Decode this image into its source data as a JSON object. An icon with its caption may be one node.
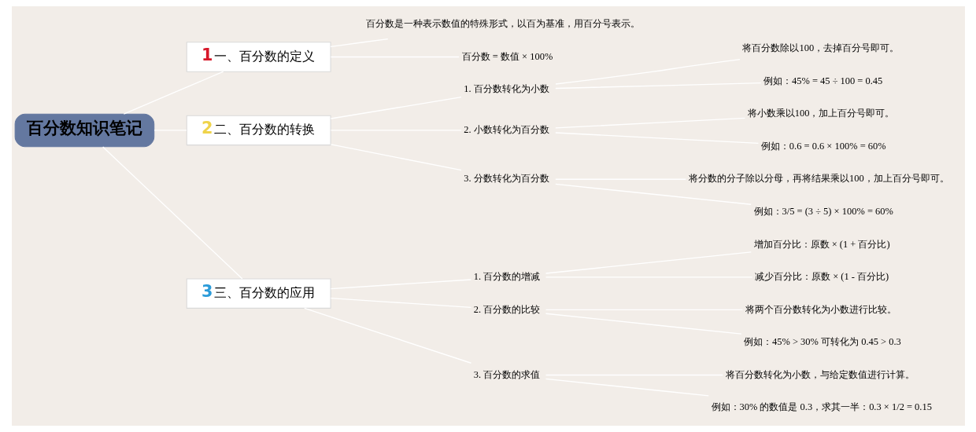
{
  "diagram": {
    "nodes": [
      {
        "text": [
          "百分数知识笔记"
        ]
      },
      {
        "text": [
          "1",
          "一、百分数的定义"
        ]
      },
      {
        "text": [
          "百分数是一种表示数值的特殊形式，以百为基准，用百分号表示。"
        ]
      },
      {
        "text": [
          "百分数 = 数值 × 100%"
        ]
      },
      {
        "text": [
          "2",
          "二、百分数的转换"
        ]
      },
      {
        "text": [
          "1. 百分数转化为小数"
        ]
      },
      {
        "text": [
          "将百分数除以100，去掉百分号即可。"
        ]
      },
      {
        "text": [
          "例如：45% = 45 ÷ 100 = 0.45"
        ]
      },
      {
        "text": [
          "2. 小数转化为百分数"
        ]
      },
      {
        "text": [
          "将小数乘以100，加上百分号即可。"
        ]
      },
      {
        "text": [
          "例如：0.6 = 0.6 × 100% = 60%"
        ]
      },
      {
        "text": [
          "3. 分数转化为百分数"
        ]
      },
      {
        "text": [
          "将分数的分子除以分母，再将结果乘以100，加上百分号即可。"
        ]
      },
      {
        "text": [
          "例如：3/5 = (3 ÷ 5) × 100% = 60%"
        ]
      },
      {
        "text": [
          "3",
          "三、百分数的应用"
        ]
      },
      {
        "text": [
          "1. 百分数的增减"
        ]
      },
      {
        "text": [
          "增加百分比：原数 × (1 + 百分比)"
        ]
      },
      {
        "text": [
          "减少百分比：原数 × (1 - 百分比)"
        ]
      },
      {
        "text": [
          "2. 百分数的比较"
        ]
      },
      {
        "text": [
          "将两个百分数转化为小数进行比较。"
        ]
      },
      {
        "text": [
          "例如：45% > 30% 可转化为 0.45 > 0.3"
        ]
      },
      {
        "text": [
          "3. 百分数的求值"
        ]
      },
      {
        "text": [
          "将百分数转化为小数，与给定数值进行计算。"
        ]
      },
      {
        "text": [
          "例如：30% 的数值是 0.3，求其一半：0.3 × 1/2 = 0.15"
        ]
      }
    ],
    "edges": [
      {
        "from": 0,
        "to": 1,
        "arrow": "none"
      },
      {
        "from": 1,
        "to": 2,
        "arrow": "none"
      },
      {
        "from": 1,
        "to": 3,
        "arrow": "none"
      },
      {
        "from": 0,
        "to": 4,
        "arrow": "none"
      },
      {
        "from": 4,
        "to": 5,
        "arrow": "none"
      },
      {
        "from": 5,
        "to": 6,
        "arrow": "none"
      },
      {
        "from": 5,
        "to": 7,
        "arrow": "none"
      },
      {
        "from": 4,
        "to": 8,
        "arrow": "none"
      },
      {
        "from": 8,
        "to": 9,
        "arrow": "none"
      },
      {
        "from": 8,
        "to": 10,
        "arrow": "none"
      },
      {
        "from": 4,
        "to": 11,
        "arrow": "none"
      },
      {
        "from": 11,
        "to": 12,
        "arrow": "none"
      },
      {
        "from": 11,
        "to": 13,
        "arrow": "none"
      },
      {
        "from": 0,
        "to": 14,
        "arrow": "none"
      },
      {
        "from": 14,
        "to": 15,
        "arrow": "none"
      },
      {
        "from": 15,
        "to": 16,
        "arrow": "none"
      },
      {
        "from": 15,
        "to": 17,
        "arrow": "none"
      },
      {
        "from": 14,
        "to": 18,
        "arrow": "none"
      },
      {
        "from": 18,
        "to": 19,
        "arrow": "none"
      },
      {
        "from": 18,
        "to": 20,
        "arrow": "none"
      },
      {
        "from": 14,
        "to": 21,
        "arrow": "none"
      },
      {
        "from": 21,
        "to": 22,
        "arrow": "none"
      },
      {
        "from": 21,
        "to": 23,
        "arrow": "none"
      }
    ]
  }
}
